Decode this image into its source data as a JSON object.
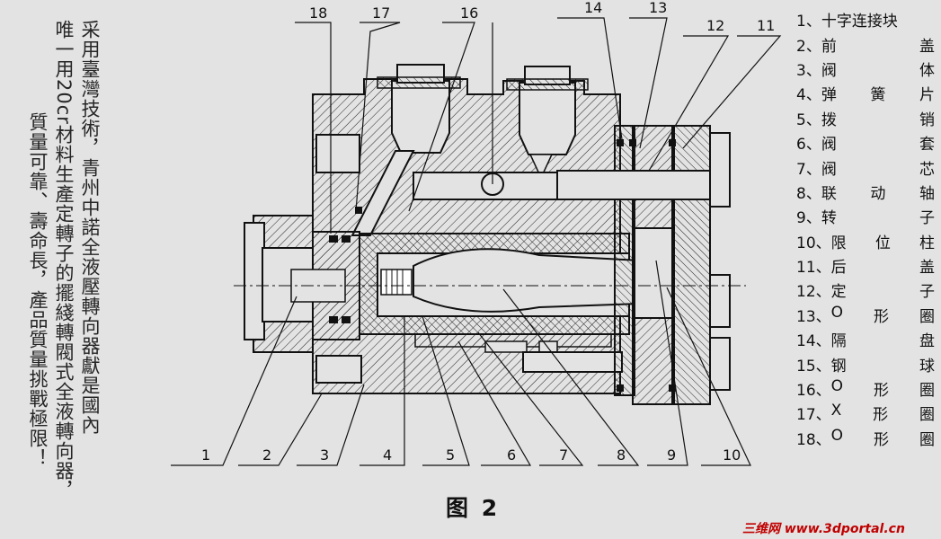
{
  "side_text": {
    "col1": "采用臺灣技術，青州中諾全液壓轉向器獻是國內",
    "col2": "唯一用20cr材料生產定轉子的擺綫轉閥式全液轉向器，",
    "col3": "質量可靠、壽命長，產品質量挑戰極限！"
  },
  "callouts": {
    "top": [
      "18",
      "17",
      "16",
      "14",
      "13",
      "12",
      "11"
    ],
    "bottom": [
      "1",
      "2",
      "3",
      "4",
      "5",
      "6",
      "7",
      "8",
      "9",
      "10"
    ]
  },
  "legend": [
    {
      "num": "1、",
      "chars": [
        "十字连接块"
      ]
    },
    {
      "num": "2、",
      "chars": [
        "前",
        "盖"
      ]
    },
    {
      "num": "3、",
      "chars": [
        "阀",
        "体"
      ]
    },
    {
      "num": "4、",
      "chars": [
        "弹",
        "簧",
        "片"
      ]
    },
    {
      "num": "5、",
      "chars": [
        "拨",
        "销"
      ]
    },
    {
      "num": "6、",
      "chars": [
        "阀",
        "套"
      ]
    },
    {
      "num": "7、",
      "chars": [
        "阀",
        "芯"
      ]
    },
    {
      "num": "8、",
      "chars": [
        "联",
        "动",
        "轴"
      ]
    },
    {
      "num": "9、",
      "chars": [
        "转",
        "子"
      ]
    },
    {
      "num": "10、",
      "chars": [
        "限",
        "位",
        "柱"
      ]
    },
    {
      "num": "11、",
      "chars": [
        "后",
        "盖"
      ]
    },
    {
      "num": "12、",
      "chars": [
        "定",
        "子"
      ]
    },
    {
      "num": "13、",
      "chars": [
        "O",
        "形",
        "圈"
      ]
    },
    {
      "num": "14、",
      "chars": [
        "隔",
        "盘"
      ]
    },
    {
      "num": "15、",
      "chars": [
        "钢",
        "球"
      ]
    },
    {
      "num": "16、",
      "chars": [
        "O",
        "形",
        "圈"
      ]
    },
    {
      "num": "17、",
      "chars": [
        "X",
        "形",
        "圈"
      ]
    },
    {
      "num": "18、",
      "chars": [
        "O",
        "形",
        "圈"
      ]
    }
  ],
  "caption": "图 2",
  "watermark": "三维网 www.3dportal.cn",
  "colors": {
    "ink": "#111111",
    "paper": "#e3e3e3",
    "watermark": "#c00000"
  }
}
